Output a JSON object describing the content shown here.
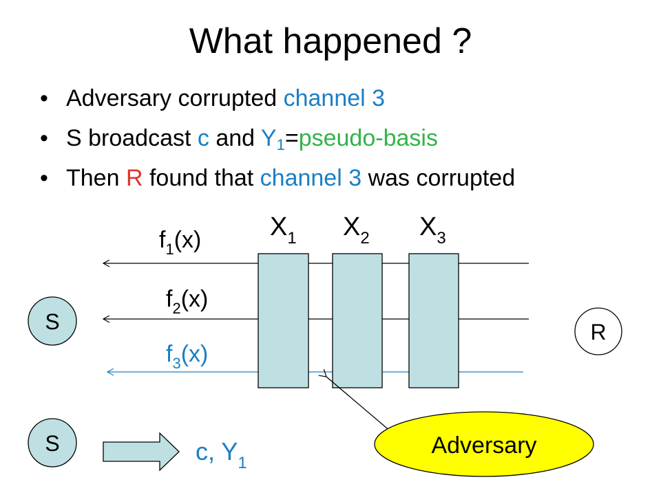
{
  "title": "What happened ?",
  "bullets": [
    {
      "parts": [
        {
          "text": "Adversary corrupted "
        },
        {
          "text": "channel 3",
          "color": "#1a7fc4"
        }
      ]
    },
    {
      "parts": [
        {
          "text": "S broadcast "
        },
        {
          "text": "c",
          "color": "#1a7fc4"
        },
        {
          "text": " and "
        },
        {
          "text": "Y",
          "color": "#1a7fc4"
        },
        {
          "text": "1",
          "sub": true,
          "color": "#1a7fc4"
        },
        {
          "text": "="
        },
        {
          "text": "pseudo-basis",
          "color": "#33b34a"
        }
      ]
    },
    {
      "parts": [
        {
          "text": "Then "
        },
        {
          "text": "R",
          "color": "#e0342a"
        },
        {
          "text": " found that "
        },
        {
          "text": "channel 3",
          "color": "#1a7fc4"
        },
        {
          "text": " was corrupted"
        }
      ]
    }
  ],
  "diagram": {
    "channels": [
      {
        "fn": "f",
        "sub": "1",
        "arg": "(x)",
        "color": "#000000"
      },
      {
        "fn": "f",
        "sub": "2",
        "arg": "(x)",
        "color": "#000000"
      },
      {
        "fn": "f",
        "sub": "3",
        "arg": "(x)",
        "color": "#1a7fc4"
      }
    ],
    "blocks": [
      {
        "var": "X",
        "sub": "1"
      },
      {
        "var": "X",
        "sub": "2"
      },
      {
        "var": "X",
        "sub": "3"
      }
    ],
    "sender": "S",
    "receiver": "R",
    "adversary": "Adversary",
    "broadcast": {
      "sender": "S",
      "text": "c, Y",
      "sub": "1"
    },
    "colors": {
      "block_fill": "#bfe0e3",
      "adversary_fill": "#ffff00",
      "sender_fill": "#bfe0e3",
      "arrow_fill": "#bfe0e3"
    }
  }
}
